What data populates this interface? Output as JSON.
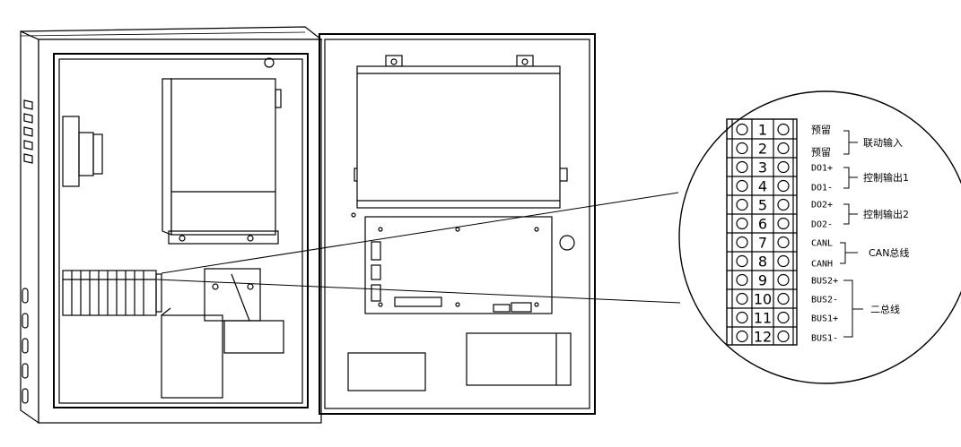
{
  "terminals": [
    {
      "num": "1",
      "signal": "预留"
    },
    {
      "num": "2",
      "signal": "预留"
    },
    {
      "num": "3",
      "signal": "DO1+"
    },
    {
      "num": "4",
      "signal": "DO1-"
    },
    {
      "num": "5",
      "signal": "DO2+"
    },
    {
      "num": "6",
      "signal": "DO2-"
    },
    {
      "num": "7",
      "signal": "CANL"
    },
    {
      "num": "8",
      "signal": "CANH"
    },
    {
      "num": "9",
      "signal": "BUS2+"
    },
    {
      "num": "10",
      "signal": "BUS2-"
    },
    {
      "num": "11",
      "signal": "BUS1+"
    },
    {
      "num": "12",
      "signal": "BUS1-"
    }
  ],
  "groups": [
    {
      "label": "联动输入"
    },
    {
      "label": "控制输出1"
    },
    {
      "label": "控制输出2"
    },
    {
      "label": "CAN总线"
    },
    {
      "label": "二总线"
    }
  ]
}
